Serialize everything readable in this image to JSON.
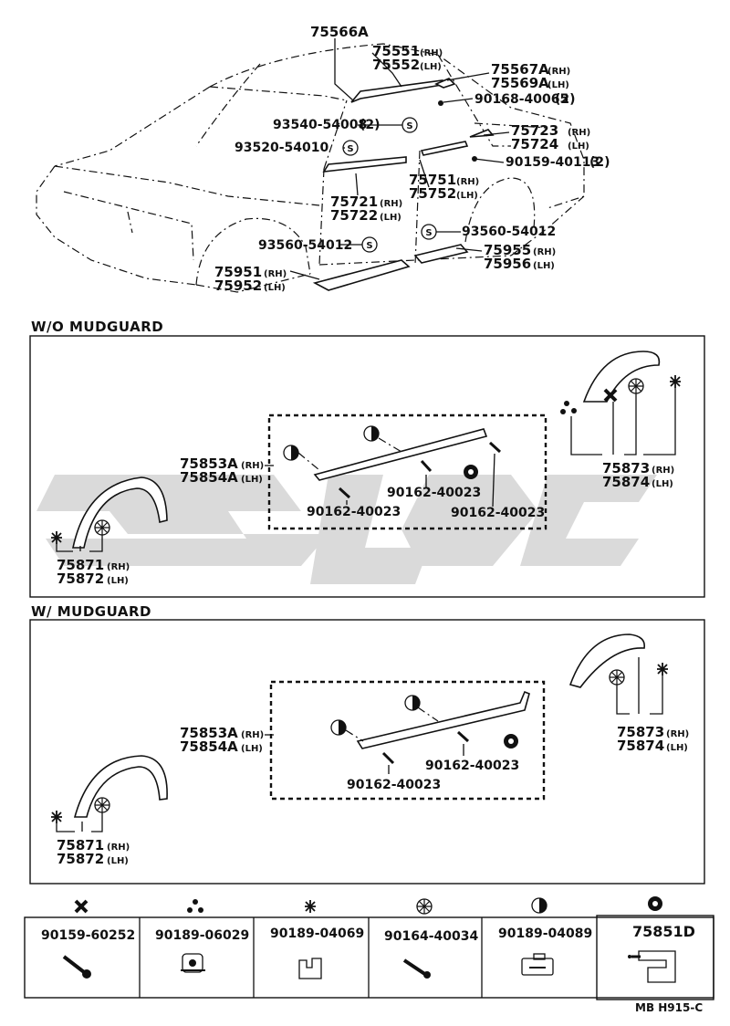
{
  "top_labels": {
    "p75566A": "75566A",
    "p75551": "75551",
    "p75552": "75552",
    "p75567A": "75567A",
    "p75569A": "75569A",
    "p90168": "90168-40065",
    "p90168q": "(2)",
    "p93540": "93540-54008",
    "p93540q": "(2)",
    "p75723": "75723",
    "p75724": "75724",
    "p93520": "93520-54010",
    "p90159": "90159-40113",
    "p90159q": "(2)",
    "p75721": "75721",
    "p75722": "75722",
    "p75751": "75751",
    "p75752": "75752",
    "p93560a": "93560-54012",
    "p93560b": "93560-54012",
    "p75955": "75955",
    "p75956": "75956",
    "p75951": "75951",
    "p75952": "75952"
  },
  "sides": {
    "rh": "(RH)",
    "lh": "(LH)"
  },
  "screw_symbol": "S",
  "sections": {
    "wo": {
      "title": "W/O MUDGUARD",
      "p75853A": "75853A",
      "p75854A": "75854A",
      "screw1": "90162-40023",
      "screw2": "90162-40023",
      "screw3": "90162-40023",
      "p75873": "75873",
      "p75874": "75874",
      "p75871": "75871",
      "p75872": "75872"
    },
    "w": {
      "title": "W/ MUDGUARD",
      "p75853A": "75853A",
      "p75854A": "75854A",
      "screw1": "90162-40023",
      "screw2": "90162-40023",
      "p75873": "75873",
      "p75874": "75874",
      "p75871": "75871",
      "p75872": "75872"
    }
  },
  "legend": {
    "items": [
      {
        "symbol": "cross-square",
        "part": "90159-60252"
      },
      {
        "symbol": "three-dots",
        "part": "90189-06029"
      },
      {
        "symbol": "asterisk",
        "part": "90189-04069"
      },
      {
        "symbol": "sun-circle",
        "part": "90164-40034"
      },
      {
        "symbol": "half-circle",
        "part": "90189-04089"
      },
      {
        "symbol": "clip-circle",
        "part": "75851D"
      }
    ]
  },
  "footer": {
    "code": "MB H915-C"
  }
}
